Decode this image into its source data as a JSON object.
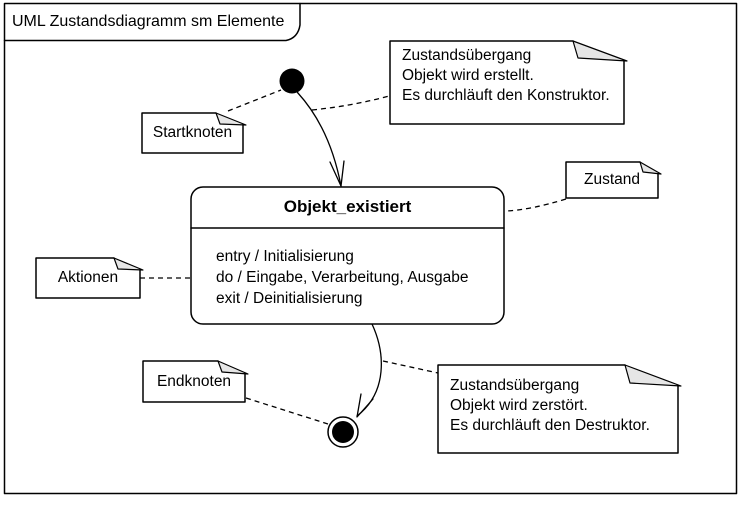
{
  "frame": {
    "title": "UML Zustandsdiagramm sm Elemente"
  },
  "state": {
    "title": "Objekt_existiert",
    "actions": [
      "entry / Initialisierung",
      "do / Eingabe, Verarbeitung, Ausgabe",
      "exit / Deinitialisierung"
    ]
  },
  "notes": {
    "startknoten": {
      "label": "Startknoten"
    },
    "zustand": {
      "label": "Zustand"
    },
    "aktionen": {
      "label": "Aktionen"
    },
    "endknoten": {
      "label": "Endknoten"
    },
    "transition_create": {
      "lines": [
        "Zustandsübergang",
        "Objekt wird erstellt.",
        "Es durchläuft den Konstruktor."
      ]
    },
    "transition_destroy": {
      "lines": [
        "Zustandsübergang",
        "Objekt wird zerstört.",
        "Es durchläuft den Destruktor."
      ]
    }
  },
  "colors": {
    "stroke": "#000000",
    "fill": "#ffffff",
    "fold_fill": "#e6e6e6"
  }
}
